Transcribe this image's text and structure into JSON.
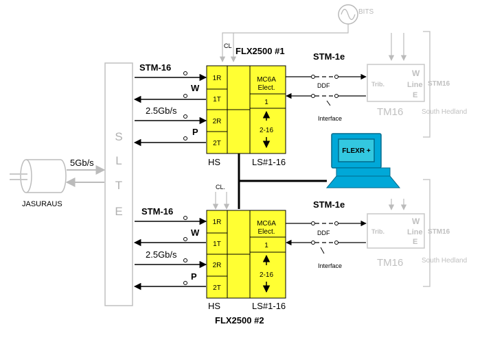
{
  "labels": {
    "flx1_title": "FLX2500 #1",
    "flx2_title": "FLX2500 #2",
    "cl1": "CL",
    "cl2": "CL.",
    "bits": "BITS",
    "stm16": "STM-16",
    "w": "W",
    "rate": "2.5Gb/s",
    "p": "P",
    "stm1e": "STM-1e",
    "ddf": "DDF",
    "interface": "Interface",
    "hs": "HS",
    "ls": "LS#1-16",
    "mc6a_line1": "MC6A",
    "mc6a_line2": "Elect.",
    "mc_ch1": "1",
    "mc_ch_range": "2-16",
    "port_1r": "1R",
    "port_1t": "1T",
    "port_2r": "2R",
    "port_2t": "2T",
    "slte": [
      "S",
      "L",
      "T",
      "E"
    ],
    "jasuraus": "JASURAUS",
    "cable_rate": "5Gb/s",
    "flexr": "FLEXR +",
    "tm_w": "W",
    "tm_line": "Line",
    "tm_e": "E",
    "tm_trib": "Trib.",
    "tm_stm16": "STM16",
    "tm16": "TM16",
    "south_hedland": "South Hedland"
  },
  "colors": {
    "card": "#ffff33",
    "faded": "#c8c8c8",
    "monitor_screen": "#33c8e0",
    "monitor_body": "#00a0d0"
  }
}
